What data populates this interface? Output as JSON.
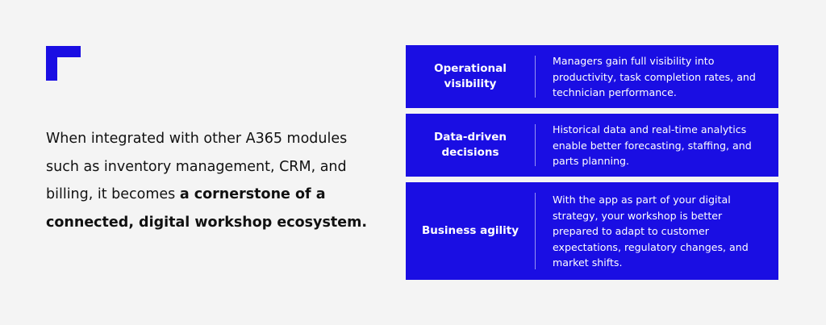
{
  "colors": {
    "background": "#f4f4f4",
    "accent": "#1a0ee3",
    "text": "#111111",
    "panel_text": "#ffffff"
  },
  "intro": {
    "text_regular": "When integrated with other A365 modules such as inventory management, CRM, and billing, it becomes ",
    "text_bold": "a cornerstone of a connected, digital workshop ecosystem."
  },
  "panels": [
    {
      "title": "Operational\nvisibility",
      "description": "Managers gain full visibility into productivity, task completion rates, and technician performance."
    },
    {
      "title": "Data-driven\ndecisions",
      "description": "Historical data and real-time analytics enable better forecasting, staffing, and parts planning."
    },
    {
      "title": "Business agility",
      "description": "With the app as part of your digital strategy, your workshop is better prepared to adapt to customer expectations, regulatory changes, and market shifts."
    }
  ]
}
